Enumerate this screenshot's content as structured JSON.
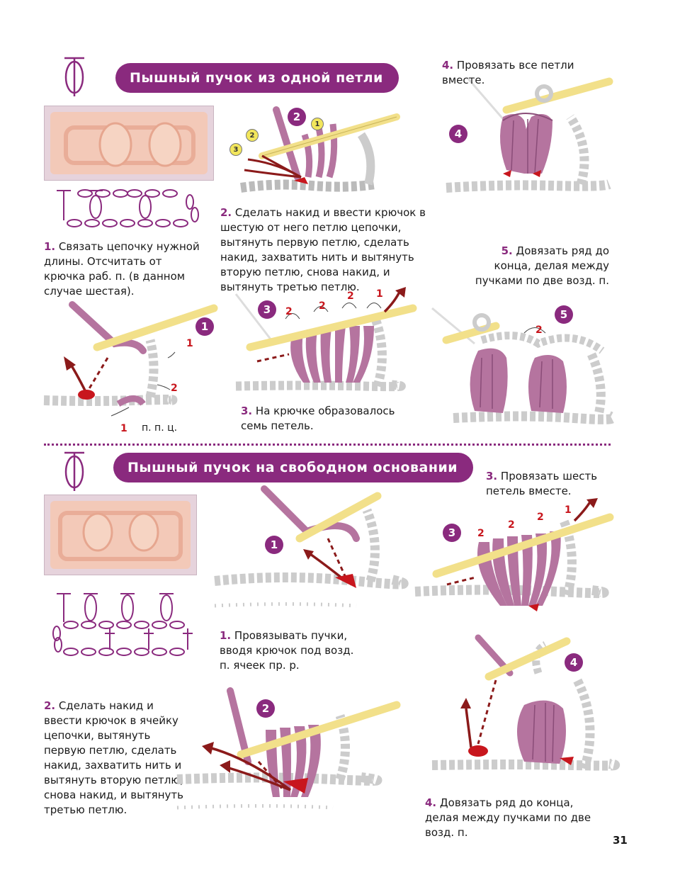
{
  "section1": {
    "title": "Пышный пучок  из одной петли",
    "step1": {
      "num": "1.",
      "text": "Связать цепочку нужной длины. Отсчитать от крючка раб. п. (в данном случае шестая)."
    },
    "step2": {
      "num": "2.",
      "text": "Сделать накид и ввести крючок в шестую от него петлю цепочки, вытянуть первую петлю, сделать накид, захватить нить и вытянуть вторую петлю, снова накид, и вытянуть третью петлю."
    },
    "step3": {
      "num": "3.",
      "text": "На крючке образовалось семь петель."
    },
    "step4": {
      "num": "4.",
      "text": "Провязать все петли вместе."
    },
    "step5": {
      "num": "5.",
      "text": "Довязать ряд до конца, делая между пучками по две возд. п."
    },
    "fig1_labels": {
      "badge": "1",
      "l1": "1",
      "l2": "2",
      "l3": "1",
      "ppc": "п. п. ц."
    },
    "fig2_labels": {
      "badge": "2",
      "c1": "1",
      "c2": "2",
      "c3": "3"
    },
    "fig3_labels": {
      "badge": "3",
      "a": "2",
      "b": "2",
      "c": "2",
      "d": "1"
    },
    "fig4_labels": {
      "badge": "4"
    },
    "fig5_labels": {
      "badge": "5",
      "a": "2"
    }
  },
  "section2": {
    "title": "Пышный пучок на свободном основании",
    "step1": {
      "num": "1.",
      "text": "Провязывать пучки, вводя крючок под возд. п. ячеек пр. р."
    },
    "step2": {
      "num": "2.",
      "text": "Сделать накид и ввести крючок в ячейку цепочки, вытянуть первую петлю, сделать накид, захватить нить и вытянуть вторую петлю, снова накид, и вытянуть третью петлю."
    },
    "step3": {
      "num": "3.",
      "text": "Провязать шесть петель вместе."
    },
    "step4": {
      "num": "4.",
      "text": "Довязать ряд до конца, делая между пучками по две возд. п."
    },
    "fig1_labels": {
      "badge": "1"
    },
    "fig2_labels": {
      "badge": "2"
    },
    "fig3_labels": {
      "badge": "3",
      "a": "2",
      "b": "2",
      "c": "2",
      "d": "1"
    },
    "fig4_labels": {
      "badge": "4"
    }
  },
  "page_number": "31",
  "colors": {
    "accent": "#8a2a7e",
    "yarn": "#b5749f",
    "hook": "#f2e08a",
    "arrow": "#8b1a1a",
    "red": "#c8161d"
  }
}
